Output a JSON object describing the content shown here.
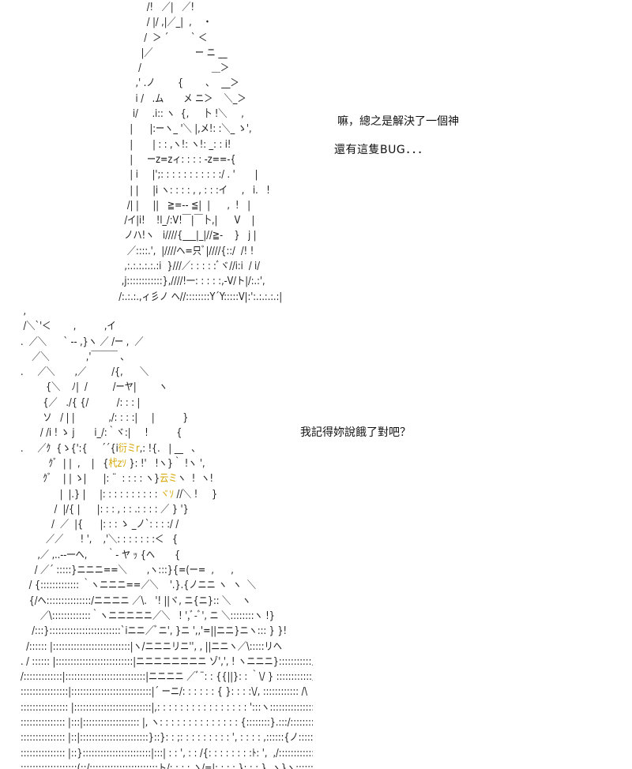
{
  "dialogue_top": {
    "line1": "嘛，總之是解決了一個神",
    "line2": "還有這隻BUG．．．"
  },
  "dialogue_bottom": {
    "line1": "我記得妳說餓了對吧？"
  },
  "art_top": "              /!   ／|   ／!\n              / |/ ,|／_|  ,    ・\n             /  ＞ ´        ` ＜\n            |／               ー ニ __\n           /                         ＿＞\n          ,' .ノ        {        ､    __＞\n          i /   .ム       メ ニ＞    ＼_＞\n         i/     .i:: ヽ  {,     卜 !＼     ,\n        |      |:ーヽ_ '＼ |,メ!: :＼_ ゝ',\n        |       | : : ,ヽ!: ヽ!: _: : i!\n        |     ーz=zィ: : : : -z==-{\n        | i     |';: : : : : : : : : : :/ . '       |\n        | |     |i ヽ: : : : , , : : :イ     ,   i.   !\n       /| |     ||   ≧=-- ≦|  |      ,  !   |\n      /イ|i!    !l_/:V!￣|￣卜,|      V    |\n      ノハ!ヽ   i////{___|_|//≧-    }   j |\n       ／::::.',  |////ヘ=只ﾞ|////{::/  /! !\n      ,:.:.:.:.:.:i  }///／: : : : :ﾞヾ//i:i  / i/\n     ,j::::::::::::},////!一: : : : :,-V/ト|/:.:',\n    /:.:.:.,ィ彡ノ ヘ//::::::::Y´Y:::::V|:':.:.:.:.:|\n   /.:.:.:.:.:.ハ:::::::{:::::::::::::}:::{:::::::::::::}:.:.:.:i",
  "art_bottom": " ,\n /＼`'＜        ,          ,イ\n.  ／＼      ` -- ,}ヽ ／ /ー ,  ／\n    ／＼             ,'￣￣￣ ､\n.     ／＼       ,／         /{,      ＼\n         {＼    ﾉ|  /         /ーヤ|        ヽ\n        {／   ./{ {/          /: : : |\n        ソ   / | |            ,/: : : :|     |          }\n       / /i ! ゝ j       i_/:｀ヾ:|     !          {\n.     ／ｸ  {ゝ{':{     ´´{i衍ミr,: !{.   | __   ､\n          ｸﾞ  | |  ,    |   {杙zｿ }: !'   !ヽ}｀ !ヽ ',\n        ｸﾞ    | | ゝ|      |: ¨  : : : : ヽ}云ミヽ  !  ヽ!\n              |  |.} |     |: : : : : : : : : : ヾｿ //＼ !     }\n            /  |/{ |      |: : : , : : .: : : : ／ } '}\n           /  ／  |{      |: : : ゝ _ノ`: : : :/ /\n         ／／      ! ',    ,'＼: : : : : : :＜   {\n      ,／ ,..-‐一ヘ,       ｀- ヤ ｯ {ヘ       {\n     / ／´ :::::}ニニニ==＼       ,ヽ:::}{=(ー=  ,      ,\n   / {::::::::::::: ｀ヽニニニ==／＼    '.}.{ノニニ ヽ  ヽ  ＼\n   {/ヘ:::::::::::::::/ニニニニ ／\\.   '! ||ヾ, ニ{ニ}:: ＼    ヽ\n       ／\\:::::::::::::｀ヽニニニニニ／＼   ! ',ﾞ-ﾞ', ニ ＼::::::::ヽ !}\n    /:::}::::::::::::::::::::::::`iニニ／ﾞニ', }ニ ',,'=||ニニ}ニヽ::: } }!\n  /:::::: |::::::::::::::::::::::::::|ヽ/ニニニリニ'', , ||ニニヽ／\\:::::リヘ\n. / :::::: |::::::::::::::::::::::::::|ニニニニニニニニ ゾ',', ! ヽニニニ}:::::::::::／\\\n/:::::::::::::|:::::::::::::::::::::::::::|ニニニニ ／ﾞ¨: : {{||}: : ｀\\/ } ::::::::::::／\\\n::::::::::::::::|:::::::::::::::::::::::::::|´ ーニ/: : : : : : { }: : : :\\/, :::::::::::: /\\\n:::::::::::::::: |::::::::::::::::::::::::::|,: : : : : : : : : : : : : : : : ':::ヽ:::::::::::::::: /\\\n::::::::::::::: |:::|::::::::::::::::::: |, ヽ: : : : : : : : : : : : : : {::::::::}.:::/::::::::::/\\\n::::::::::::::: |::|:::::::::::::::::::::::}::}: : ;: : : : : : : : : ', : : : : ,::::::{ノ::::::::::::::::}\n::::::::::::::: |::}:::::::::::::::::::::::|:::| : : ', : : /{: : : : : : : :ﾄ: ',  ,/::::::::::::::::: /\n:::::::::::::::::::(::/:::::::::::::::::::::::ト/: : : : ゝ/=|: : : : }: : : }  ヽ}ヽ::::::::::::::/\n:::::::::::::::::::::::::::::::::::::::::::::::|::::  ｀￣￣￣ /＼ : :  {!: : : / / ヽ:::::::::`ーー--y\n::::::::::::::::::::::::::::::::::::::::::::::::|:::::::::::::::::::::::/<=}: : : : :::{/::::::}:::::::::::::::::::(´"
}
